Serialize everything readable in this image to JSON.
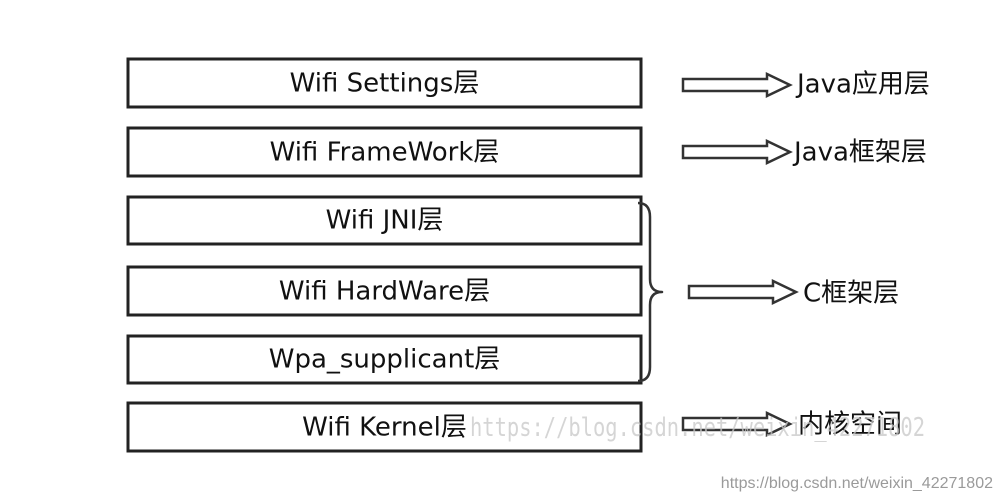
{
  "colors": {
    "box_border": "#222222",
    "arrow": "#333333",
    "text": "#111111",
    "watermark": "#c8c8c8",
    "footer": "#9a9a9a"
  },
  "layers": [
    {
      "label": "Wifi Settings层"
    },
    {
      "label": "Wifi FrameWork层"
    },
    {
      "label": "Wifi JNI层"
    },
    {
      "label": "Wifi HardWare层"
    },
    {
      "label": "Wpa_supplicant层"
    },
    {
      "label": "Wifi Kernel层"
    }
  ],
  "side_labels": [
    {
      "label": "Java应用层"
    },
    {
      "label": "Java框架层"
    },
    {
      "label": "C框架层"
    },
    {
      "label": "内核空间"
    }
  ],
  "watermark": {
    "text": "https://blog.csdn.net/weixin_42271802"
  },
  "footer": {
    "text": "https://blog.csdn.net/weixin_42271802"
  }
}
